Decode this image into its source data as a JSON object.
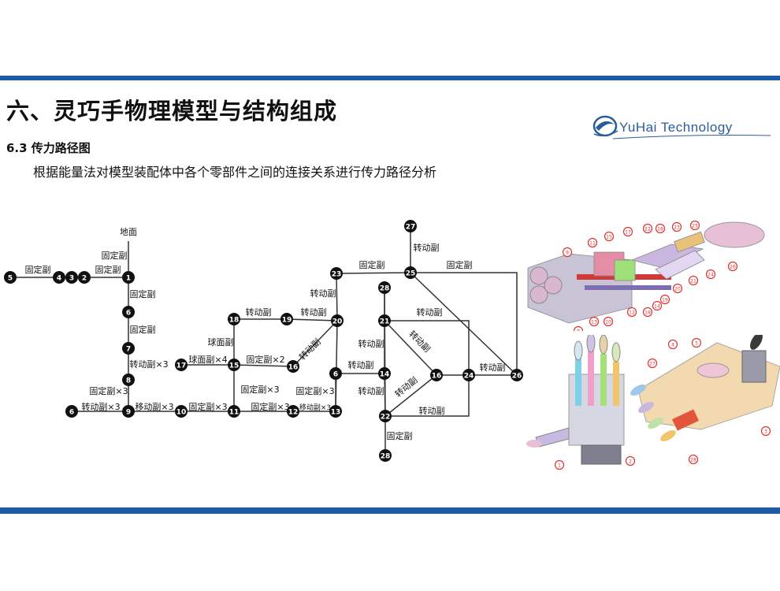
{
  "slide": {
    "title": "六、灵巧手物理模型与结构组成",
    "section": "6.3 传力路径图",
    "description": "根据能量法对模型装配体中各个零部件之间的连接关系进行传力路径分析",
    "logo_text": "YuHai  Technology"
  },
  "colors": {
    "band": "#1f5aa6",
    "node": "#111111",
    "logo": "#2a5d9c"
  },
  "graph": {
    "nodes": [
      "1",
      "2",
      "3",
      "4",
      "5",
      "6",
      "7",
      "8",
      "9",
      "10",
      "11",
      "12",
      "13",
      "14",
      "15",
      "16",
      "17",
      "18",
      "19",
      "20",
      "21",
      "22",
      "23",
      "24",
      "25",
      "26",
      "27",
      "28"
    ],
    "ground_label": "地面",
    "edge_labels": [
      "固定副",
      "固定副",
      "固定副",
      "固定副",
      "固定副",
      "转动副×3",
      "固定副×3",
      "转动副×3",
      "移动副×3",
      "固定副×3",
      "球面副×4",
      "球面副",
      "转动副",
      "转动副",
      "固定副×2",
      "转动副",
      "固定副×3",
      "固定副×3",
      "固定副×3",
      "移动副×3",
      "转动副",
      "固定副",
      "转动副",
      "固定副",
      "转动副",
      "转动副",
      "转动副",
      "转动副",
      "转动副",
      "转动副",
      "转动副",
      "转动副",
      "固定副"
    ]
  },
  "figure_callouts": {
    "top": [
      "9",
      "11",
      "15",
      "17",
      "22",
      "18",
      "23",
      "25",
      "26",
      "7",
      "6",
      "8",
      "13",
      "10",
      "12",
      "18",
      "14",
      "19",
      "20",
      "21",
      "24"
    ],
    "bottom": [
      "4",
      "5",
      "27",
      "3",
      "28",
      "1",
      "2"
    ]
  }
}
